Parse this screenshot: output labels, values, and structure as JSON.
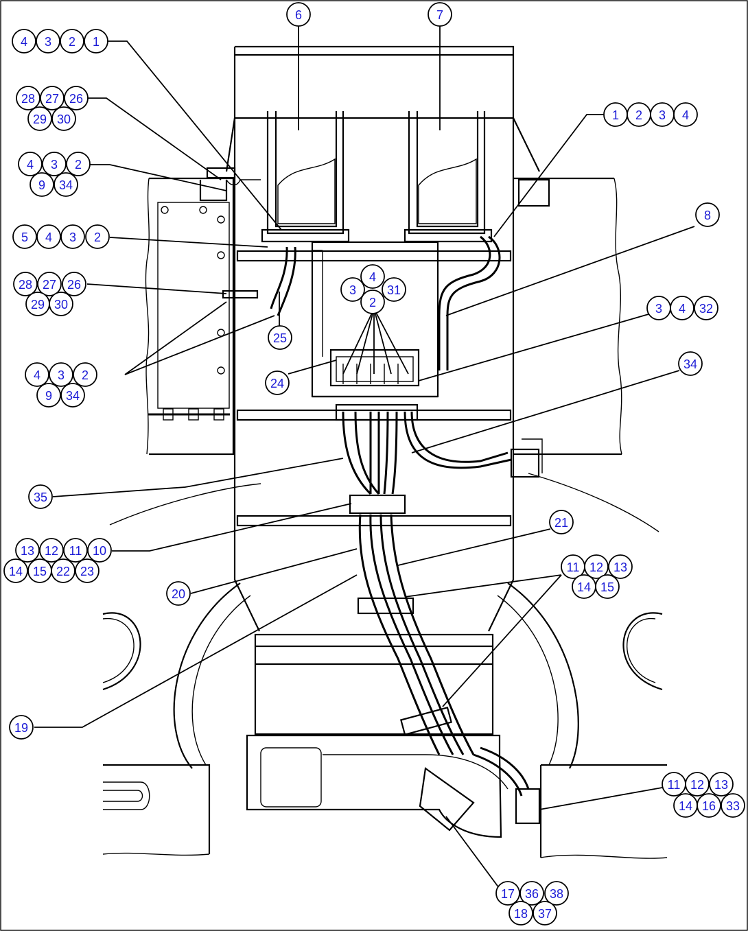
{
  "balloons": [
    {
      "id": "b1",
      "label": "4"
    },
    {
      "id": "b2",
      "label": "3"
    },
    {
      "id": "b3",
      "label": "2"
    },
    {
      "id": "b4",
      "label": "1"
    },
    {
      "id": "b5",
      "label": "6"
    },
    {
      "id": "b6",
      "label": "7"
    },
    {
      "id": "b7",
      "label": "28"
    },
    {
      "id": "b8",
      "label": "27"
    },
    {
      "id": "b9",
      "label": "26"
    },
    {
      "id": "b10",
      "label": "29"
    },
    {
      "id": "b11",
      "label": "30"
    },
    {
      "id": "b12",
      "label": "1"
    },
    {
      "id": "b13",
      "label": "2"
    },
    {
      "id": "b14",
      "label": "3"
    },
    {
      "id": "b15",
      "label": "4"
    },
    {
      "id": "b16",
      "label": "4"
    },
    {
      "id": "b17",
      "label": "3"
    },
    {
      "id": "b18",
      "label": "2"
    },
    {
      "id": "b19",
      "label": "9"
    },
    {
      "id": "b20",
      "label": "34"
    },
    {
      "id": "b21",
      "label": "8"
    },
    {
      "id": "b22",
      "label": "5"
    },
    {
      "id": "b23",
      "label": "4"
    },
    {
      "id": "b24",
      "label": "3"
    },
    {
      "id": "b25",
      "label": "2"
    },
    {
      "id": "b26",
      "label": "4"
    },
    {
      "id": "b27",
      "label": "3"
    },
    {
      "id": "b28",
      "label": "31"
    },
    {
      "id": "b29",
      "label": "2"
    },
    {
      "id": "b30",
      "label": "28"
    },
    {
      "id": "b31",
      "label": "27"
    },
    {
      "id": "b32",
      "label": "26"
    },
    {
      "id": "b33",
      "label": "29"
    },
    {
      "id": "b34",
      "label": "30"
    },
    {
      "id": "b35",
      "label": "3"
    },
    {
      "id": "b36",
      "label": "4"
    },
    {
      "id": "b37",
      "label": "32"
    },
    {
      "id": "b38",
      "label": "25"
    },
    {
      "id": "b39",
      "label": "34"
    },
    {
      "id": "b40",
      "label": "4"
    },
    {
      "id": "b41",
      "label": "3"
    },
    {
      "id": "b42",
      "label": "2"
    },
    {
      "id": "b43",
      "label": "9"
    },
    {
      "id": "b44",
      "label": "34"
    },
    {
      "id": "b45",
      "label": "24"
    },
    {
      "id": "b46",
      "label": "35"
    },
    {
      "id": "b47",
      "label": "21"
    },
    {
      "id": "b48",
      "label": "13"
    },
    {
      "id": "b49",
      "label": "12"
    },
    {
      "id": "b50",
      "label": "11"
    },
    {
      "id": "b51",
      "label": "10"
    },
    {
      "id": "b52",
      "label": "14"
    },
    {
      "id": "b53",
      "label": "15"
    },
    {
      "id": "b54",
      "label": "22"
    },
    {
      "id": "b55",
      "label": "23"
    },
    {
      "id": "b56",
      "label": "11"
    },
    {
      "id": "b57",
      "label": "12"
    },
    {
      "id": "b58",
      "label": "13"
    },
    {
      "id": "b59",
      "label": "14"
    },
    {
      "id": "b60",
      "label": "15"
    },
    {
      "id": "b61",
      "label": "20"
    },
    {
      "id": "b62",
      "label": "19"
    },
    {
      "id": "b63",
      "label": "11"
    },
    {
      "id": "b64",
      "label": "12"
    },
    {
      "id": "b65",
      "label": "13"
    },
    {
      "id": "b66",
      "label": "14"
    },
    {
      "id": "b67",
      "label": "16"
    },
    {
      "id": "b68",
      "label": "33"
    },
    {
      "id": "b69",
      "label": "17"
    },
    {
      "id": "b70",
      "label": "36"
    },
    {
      "id": "b71",
      "label": "38"
    },
    {
      "id": "b72",
      "label": "18"
    },
    {
      "id": "b73",
      "label": "37"
    }
  ]
}
